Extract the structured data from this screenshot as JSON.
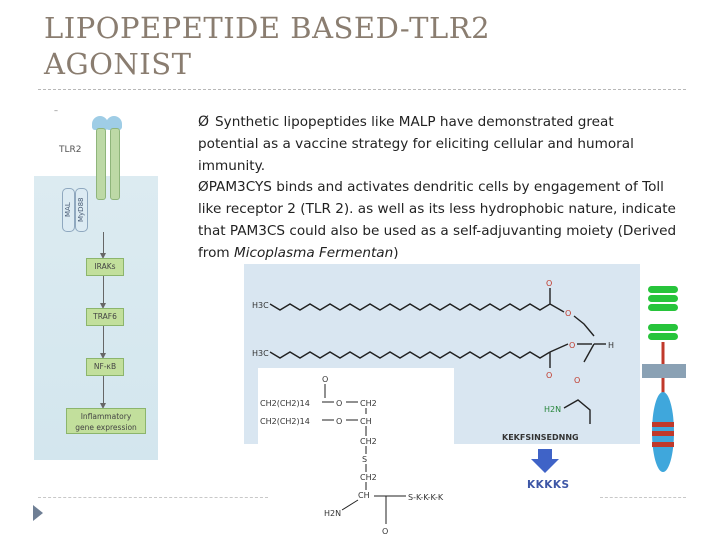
{
  "slide": {
    "title_line1": "LIPOPEPETIDE BASED-TLR2",
    "title_line2": "AGONIST",
    "bullet_symbol": "Ø",
    "paragraph1": "Synthetic lipopeptides  like MALP have demonstrated great potential as a vaccine strategy for eliciting cellular and humoral immunity.",
    "paragraph2_lead": "PAM3CYS",
    "paragraph2_body": " binds and activates dendritic cells by engagement of Toll like receptor 2 (TLR 2). as well as its less hydrophobic nature, indicate that PAM3CS could also be used as a self-adjuvanting moiety (Derived from ",
    "paragraph2_italic": "Micoplasma Fermentan",
    "paragraph2_end": ")"
  },
  "pathway": {
    "receptor_label": "TLR2",
    "adapter1": "MAL",
    "adapter2": "MyD88",
    "node1": "IRAKs",
    "node2": "TRAF6",
    "node3": "NF-κB",
    "node4_line1": "Inflammatory",
    "node4_line2": "gene expression"
  },
  "chemistry": {
    "methyl1": "H3C",
    "methyl2": "H3C",
    "oxygen": "O",
    "hydrogen": "H",
    "amine": "H2N",
    "peptide": "KEKFSINSEDNNG",
    "arrow_label": "KKKKS",
    "inset_ch2ch2_1": "CH2(CH2)14",
    "inset_ch2ch2_2": "CH2(CH2)14",
    "inset_ch2": "CH2",
    "inset_ch": "CH",
    "inset_s": "S",
    "inset_nh2": "H2N",
    "inset_chain": "S-K-K-K-K"
  },
  "colors": {
    "title": "#8a7d70",
    "chem_bg": "#d9e6f1",
    "node_fill": "#c2df9c",
    "arrow_blue": "#3f63c7",
    "receptor_green": "#27c43b"
  }
}
